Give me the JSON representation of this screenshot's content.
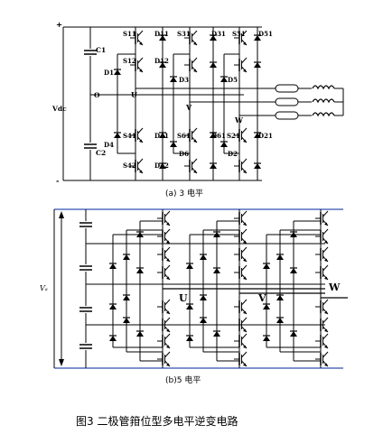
{
  "figure": {
    "caption": "图3 二极管箝位型多电平逆变电路",
    "a": {
      "subcaption": "(a) 3 电平",
      "plus": "+",
      "minus": "-",
      "vdc": "Vdc",
      "o": "O",
      "c1": "C1",
      "c2": "C2",
      "d1": "D1",
      "d4": "D4",
      "d3": "D3",
      "d6": "D6",
      "d5": "D5",
      "d2": "D2",
      "s11": "S11",
      "d11": "D11",
      "s12": "S12",
      "d12": "D12",
      "s41": "S41",
      "d41": "D41",
      "s42": "S42",
      "d42": "D42",
      "s31": "S31",
      "d31": "D31",
      "s61": "S61",
      "d61": "D61",
      "s51": "S51",
      "d51": "D51",
      "s21": "S21",
      "d21": "D21",
      "u": "U",
      "v": "V",
      "w": "W"
    },
    "b": {
      "subcaption": "(b)5 电平",
      "vdc": "Vₐ",
      "u": "U",
      "v": "V",
      "w": "W"
    }
  },
  "colors": {
    "line": "#000000",
    "rail": "#3050b0",
    "load": "#000000"
  }
}
